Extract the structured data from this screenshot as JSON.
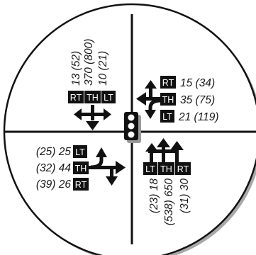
{
  "approaches": {
    "north": {
      "labels": [
        "RT",
        "TH",
        "LT"
      ],
      "volumes": [
        "13 (52)",
        "370 (800)",
        "10 (21)"
      ]
    },
    "east": {
      "labels": [
        "RT",
        "TH",
        "LT"
      ],
      "volumes": [
        "15 (34)",
        "35 (75)",
        "21 (119)"
      ]
    },
    "west": {
      "labels": [
        "LT",
        "TH",
        "RT"
      ],
      "volumes": [
        "(25) 25",
        "(32) 44",
        "(39) 26"
      ]
    },
    "south": {
      "labels": [
        "LT",
        "TH",
        "RT"
      ],
      "volumes": [
        "(23) 18",
        "(538) 650",
        "(31) 30"
      ]
    }
  },
  "colors": {
    "ink": "#111111",
    "box_fill": "#111111",
    "box_text": "#ffffff",
    "circle_fill": "#ffffff",
    "shadow": "#9a9a9a"
  },
  "icons": {
    "signal": "traffic-signal-icon",
    "arrows": "movement-arrow-icons"
  }
}
